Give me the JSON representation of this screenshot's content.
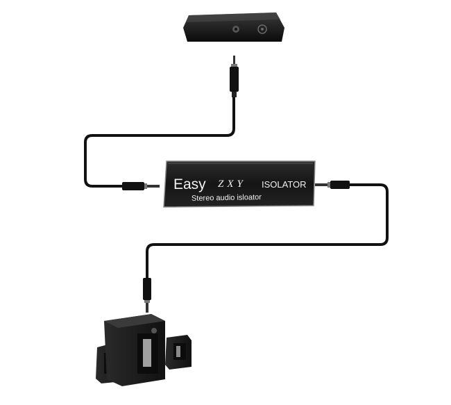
{
  "isolator": {
    "brand": "Easy",
    "logo": "ZXY",
    "model": "ISOLATOR",
    "subtitle": "Stereo audio isloator"
  },
  "icons": {
    "source": "audio-player-icon",
    "isolator": "isolator-box-icon",
    "speakers": "speaker-system-icon",
    "plug": "audio-jack-plug-icon"
  },
  "colors": {
    "cable": "#111111",
    "device": "#1a1a1a",
    "isolator_body": "#1b1b1b",
    "isolator_edge": "#8a8a8a",
    "background": "#ffffff"
  }
}
